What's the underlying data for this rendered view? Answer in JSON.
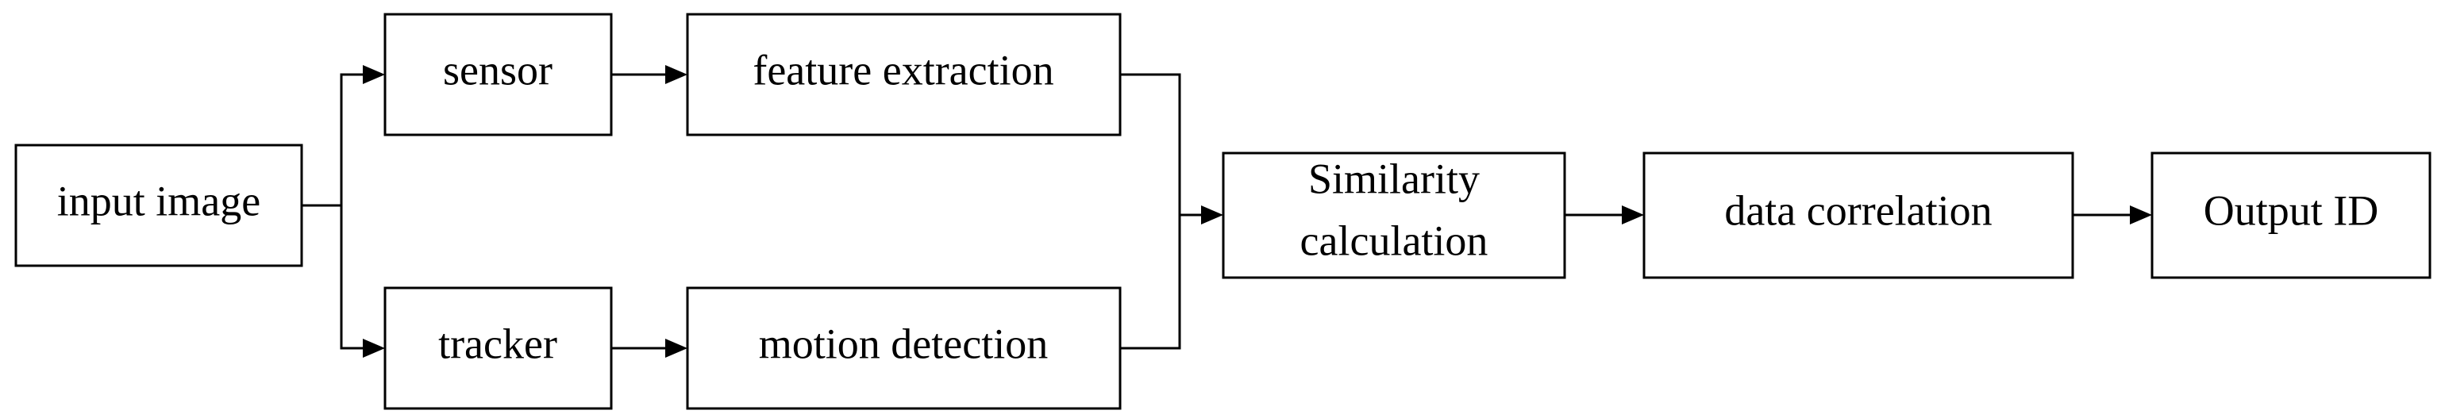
{
  "diagram": {
    "nodes": {
      "input_image": {
        "label": "input image"
      },
      "sensor": {
        "label": "sensor"
      },
      "feature_extraction": {
        "label": "feature extraction"
      },
      "tracker": {
        "label": "tracker"
      },
      "motion_detection": {
        "label": "motion detection"
      },
      "similarity_calculation": {
        "line1": "Similarity",
        "line2": "calculation"
      },
      "data_correlation": {
        "label": "data correlation"
      },
      "output_id": {
        "label": "Output ID"
      }
    },
    "edges": [
      {
        "from": "input image",
        "to": "sensor"
      },
      {
        "from": "input image",
        "to": "tracker"
      },
      {
        "from": "sensor",
        "to": "feature extraction"
      },
      {
        "from": "tracker",
        "to": "motion detection"
      },
      {
        "from": "feature extraction",
        "to": "Similarity calculation"
      },
      {
        "from": "motion detection",
        "to": "Similarity calculation"
      },
      {
        "from": "Similarity calculation",
        "to": "data correlation"
      },
      {
        "from": "data correlation",
        "to": "Output ID"
      }
    ],
    "colors": {
      "stroke": "#000000",
      "fill": "#ffffff",
      "text": "#000000"
    }
  }
}
